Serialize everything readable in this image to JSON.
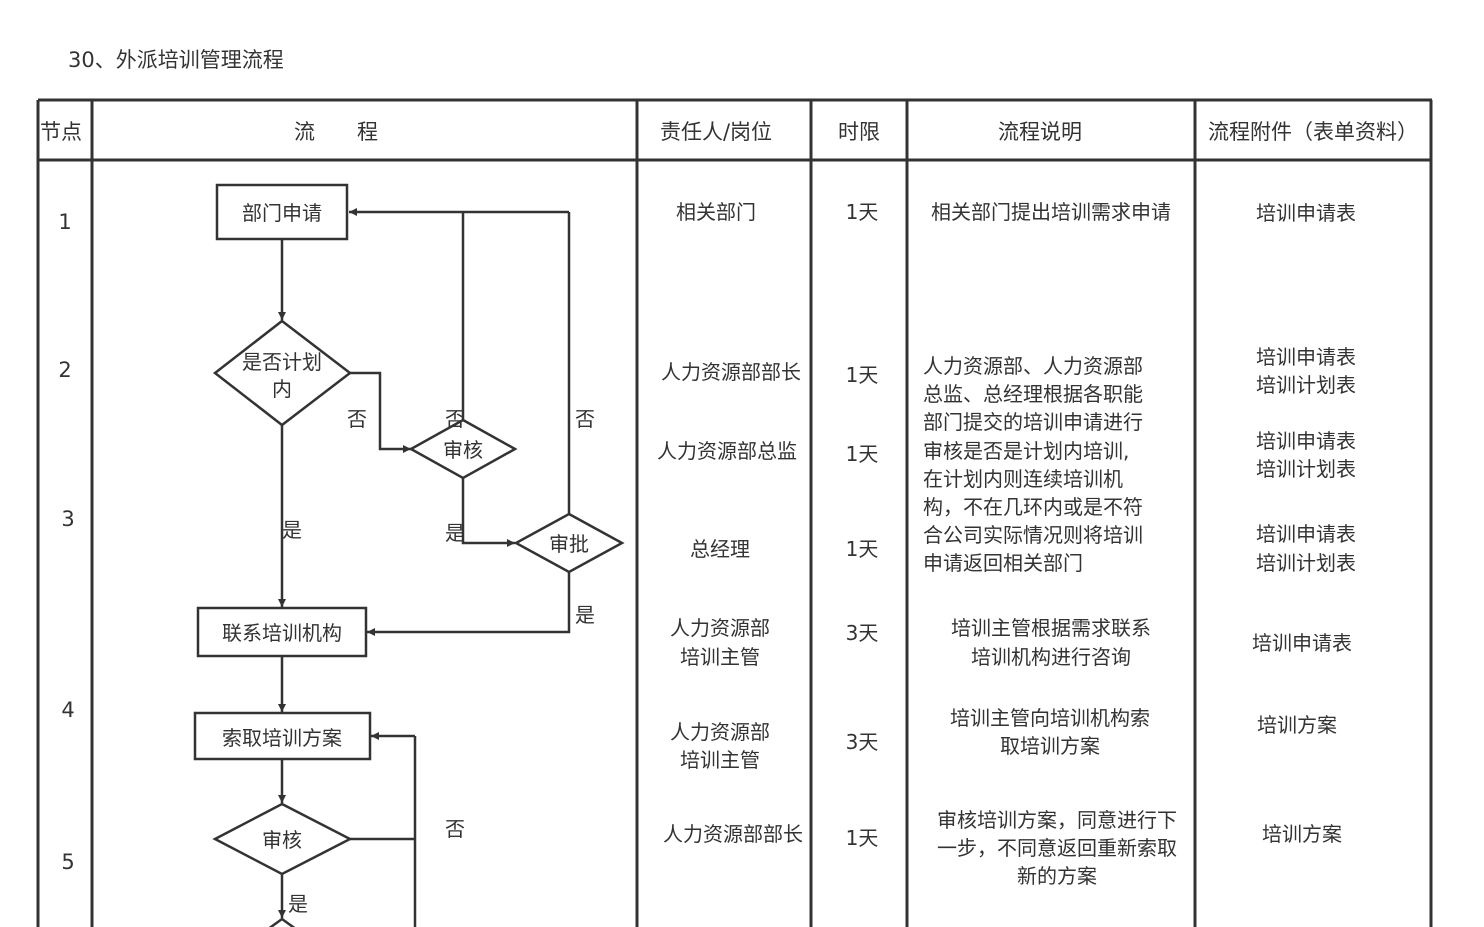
{
  "page_title": "30、外派培训管理流程",
  "columns": {
    "node": "节点",
    "flow": "流　　程",
    "owner": "责任人/岗位",
    "time": "时限",
    "desc": "流程说明",
    "attach": "流程附件（表单资料）"
  },
  "node_numbers": [
    "1",
    "2",
    "3",
    "4",
    "5"
  ],
  "flowchart": {
    "boxes": [
      "部门申请",
      "联系培训机构",
      "索取培训方案"
    ],
    "decisions": [
      "是否计划内",
      "审核",
      "审批",
      "审核"
    ],
    "decision_plan_line1": "是否计划",
    "decision_plan_line2": "内",
    "yes": "是",
    "no": "否"
  },
  "rows": [
    {
      "owner": [
        "相关部门"
      ],
      "time": "1天",
      "attach": [
        "培训申请表"
      ]
    },
    {
      "owner": [
        "人力资源部部长"
      ],
      "time": "1天",
      "attach": [
        "培训申请表",
        "培训计划表"
      ]
    },
    {
      "owner": [
        "人力资源部总监"
      ],
      "time": "1天",
      "attach": [
        "培训申请表",
        "培训计划表"
      ]
    },
    {
      "owner": [
        "总经理"
      ],
      "time": "1天",
      "attach": [
        "培训申请表",
        "培训计划表"
      ]
    },
    {
      "owner": [
        "人力资源部",
        "培训主管"
      ],
      "time": "3天",
      "attach": [
        "培训申请表"
      ]
    },
    {
      "owner": [
        "人力资源部",
        "培训主管"
      ],
      "time": "3天",
      "attach": [
        "培训方案"
      ]
    },
    {
      "owner": [
        "人力资源部部长"
      ],
      "time": "1天",
      "attach": [
        "培训方案"
      ]
    }
  ],
  "descriptions": {
    "d1": [
      "相关部门提出培训需求申请"
    ],
    "d2": [
      "人力资源部、人力资源部",
      "总监、总经理根据各职能",
      "部门提交的培训申请进行",
      "审核是否是计划内培训,",
      "在计划内则连续培训机",
      "构，不在几环内或是不符",
      "合公司实际情况则将培训",
      "申请返回相关部门"
    ],
    "d3": [
      "培训主管根据需求联系",
      "培训机构进行咨询"
    ],
    "d4": [
      "培训主管向培训机构索",
      "取培训方案"
    ],
    "d5": [
      "审核培训方案，同意进行下",
      "一步，不同意返回重新索取",
      "新的方案"
    ]
  },
  "colors": {
    "line": "#333333",
    "text": "#333333",
    "background": "#ffffff"
  }
}
